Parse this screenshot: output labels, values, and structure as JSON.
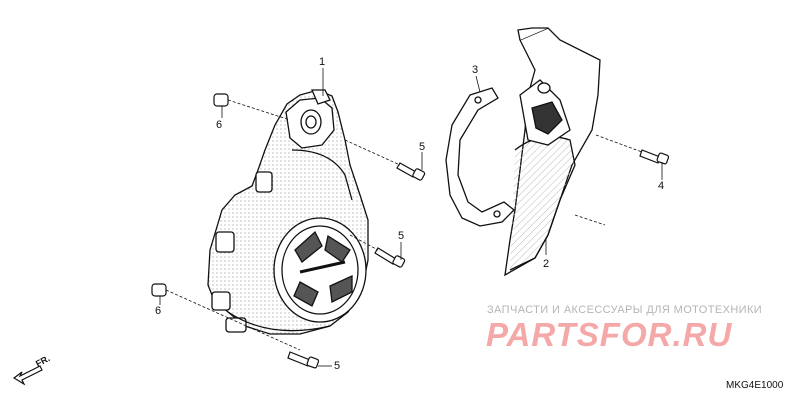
{
  "callouts": {
    "c1": "1",
    "c2": "2",
    "c3": "3",
    "c4": "4",
    "c5a": "5",
    "c5b": "5",
    "c5c": "5",
    "c6a": "6",
    "c6b": "6"
  },
  "watermark": {
    "tagline": "ЗАПЧАСТИ И АКСЕССУАРЫ ДЛЯ МОТОТЕХНИКИ",
    "brand": "PARTSFOR.RU",
    "color": "#f4a8a8"
  },
  "diagram_code": "MKG4E1000",
  "direction_label": "FR."
}
